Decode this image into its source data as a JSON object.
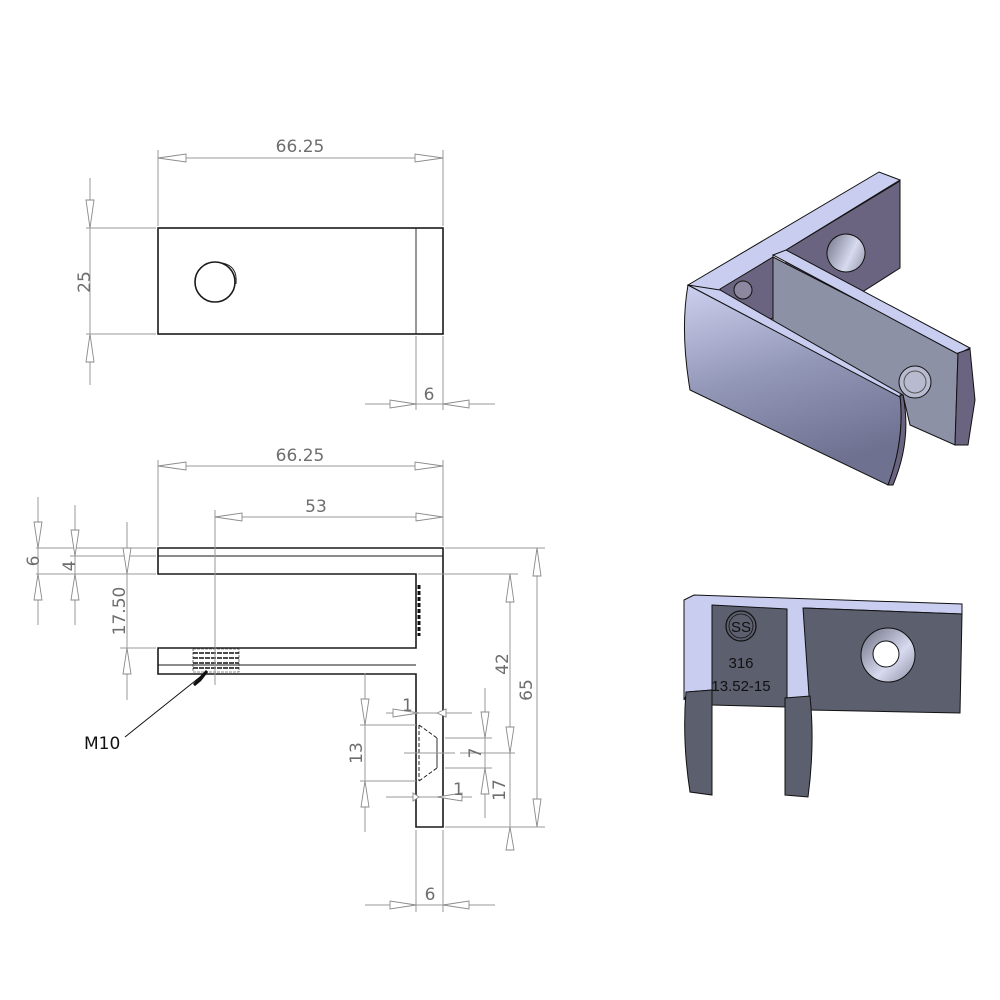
{
  "top_view": {
    "width_dim": "66.25",
    "height_dim": "25",
    "lip_dim": "6"
  },
  "side_view": {
    "width_dim": "66.25",
    "hole_offset_dim": "53",
    "top_thickness_dim": "6",
    "skin_dim": "4",
    "gap_dim": "17.50",
    "height_dim": "65",
    "hole_height_dim": "42",
    "hole_bottom_dim": "17",
    "countersink_inner_dim": "7",
    "countersink_outer_dim": "13",
    "chamfer_top_dim": "1",
    "chamfer_bottom_dim": "1",
    "plate_thickness_dim": "6",
    "thread_callout": "M10"
  },
  "render_bottom": {
    "logo": "SS",
    "material": "316",
    "code": "13.52-15"
  },
  "colors": {
    "face_light": "#c9cdf0",
    "face_purple": "#6b6480",
    "face_dark": "#5c5f6e",
    "dim_line": "#9a9a9a"
  }
}
